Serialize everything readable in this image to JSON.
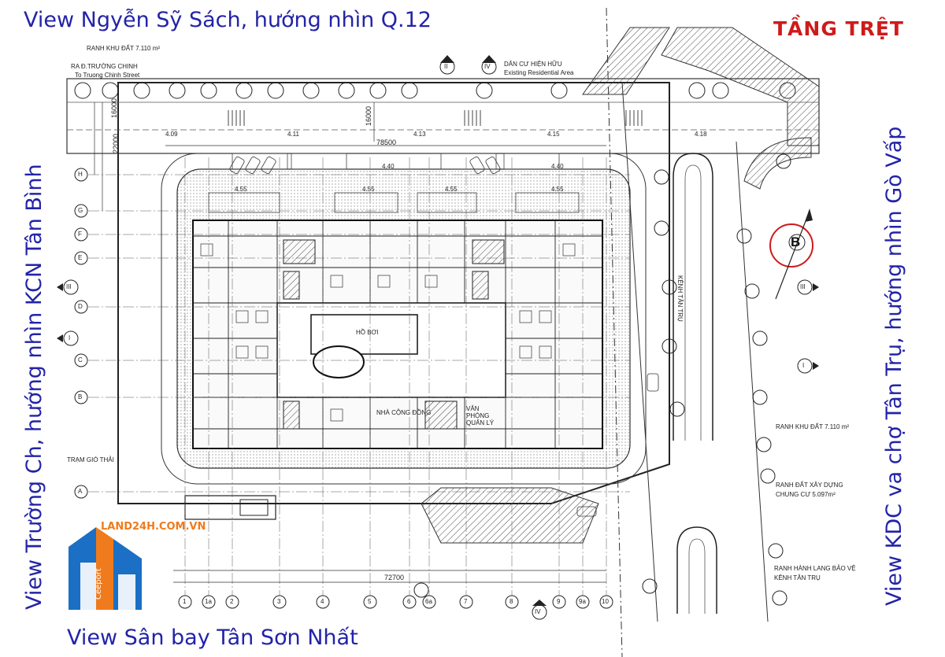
{
  "views": {
    "top": "View Ngyễn Sỹ Sách, hướng nhìn Q.12",
    "left": "View Trường Ch, hướng nhìn KCN Tân Bình",
    "right": "View KDC va chợ Tân Trụ, hướng nhìn Gò Vấp",
    "bottom": "View Sân bay Tân Sơn Nhất"
  },
  "floor_title": "TẦNG TRỆT",
  "block_label": "B",
  "labels": {
    "ranh_khu_dat_top": "RANH KHU ĐẤT 7.110 m²",
    "ra_truong_chinh": "RA Đ.TRƯỜNG CHINH",
    "to_truong_chinh": "To Truong Chinh Street",
    "dan_cu_1": "DÂN CƯ HIỆN HỮU",
    "dan_cu_2": "Existing Residential Area",
    "ranh_khu_dat_right": "RANH KHU ĐẤT 7.110 m²",
    "ranh_dat_xd_1": "RANH ĐẤT XÂY DỰNG",
    "ranh_dat_xd_2": "CHUNG CƯ 5.097m²",
    "ranh_hanh_lang_1": "RANH HÀNH LANG BẢO VỆ",
    "ranh_hanh_lang_2": "KÊNH TÂN TRỤ",
    "kenh": "KÊNH TÂN TRỤ",
    "ho_boi": "HỒ BƠI",
    "nha_cong_dong": "NHÀ CỘNG ĐỒNG",
    "van_phong": "VĂN PHÒNG QUẢN LÝ",
    "tram_gio_thai": "TRẠM GIÓ THẢI"
  },
  "dims": {
    "d78500": "78500",
    "d16000a": "16000",
    "d16000b": "16000",
    "d22000": "22000",
    "d72700": "72700"
  },
  "levels": [
    "4.09",
    "4.11",
    "4.13",
    "4.15",
    "4.18",
    "4.55",
    "4.55",
    "4.40",
    "4.40",
    "4.55",
    "4.55"
  ],
  "grid_rows": [
    "H",
    "G",
    "F",
    "E",
    "D",
    "C",
    "B",
    "A"
  ],
  "grid_cols": [
    "1",
    "1a",
    "2",
    "3",
    "4",
    "5",
    "6",
    "6a",
    "7",
    "8",
    "9",
    "9a",
    "10"
  ],
  "section_marks": [
    "II",
    "IV",
    "III",
    "I",
    "III",
    "I",
    "IV"
  ],
  "logo": {
    "brand": "LAND24H.COM.VN",
    "sub": "Ceeport"
  },
  "colors": {
    "view_text": "#2323a8",
    "title_red": "#d01a1a",
    "line": "#2a2a2a",
    "logo_blue": "#1b6fc4",
    "logo_orange": "#f07b1c"
  }
}
